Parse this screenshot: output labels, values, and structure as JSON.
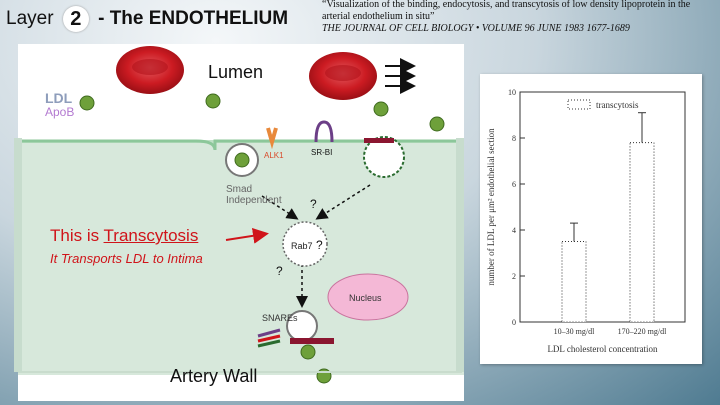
{
  "title": {
    "prefix": "Layer",
    "number": "2",
    "rest": "- The ENDOTHELIUM"
  },
  "citation": {
    "quote": "“Visualization of the binding, endocytosis, and transcytosis of low density lipoprotein in the arterial endothelium in situ”",
    "journal": "THE JOURNAL OF CELL BIOLOGY • VOLUME 96 JUNE 1983 1677-1689"
  },
  "diagram": {
    "lumen": "Lumen",
    "ldl": "LDL",
    "apob": "ApoB",
    "alk1": "ALK1",
    "srbi": "SR-BI",
    "smad": "Smad\nIndependent",
    "rab7": "Rab7",
    "q1": "?",
    "q2": "?",
    "q3": "?",
    "nucleus": "Nucleus",
    "snares": "SNAREs",
    "transcytosis_prefix": "This is ",
    "transcytosis_word": "Transcytosis",
    "transports": "It Transports LDL to Intima",
    "artery_wall": "Artery Wall"
  },
  "chart_data": {
    "type": "bar",
    "categories": [
      "10–30 mg/dl",
      "170–220 mg/dl"
    ],
    "series": [
      {
        "name": "transcytosis",
        "values": [
          3.5,
          7.8
        ]
      }
    ],
    "errors": [
      0.8,
      1.3
    ],
    "ylabel": "number of LDL per μm² endothelial section",
    "xlabel": "LDL cholesterol concentration",
    "ylim": [
      0,
      10
    ],
    "yticks": [
      "0",
      "2",
      "4",
      "6",
      "8",
      "10"
    ],
    "grid": false,
    "legend": "top-right"
  },
  "colors": {
    "rbc": "#cc1b22",
    "ldl": "#6ea03a",
    "cell": "#d7e8db",
    "nucleus": "#f4b8d6",
    "red_text": "#d0141a"
  }
}
